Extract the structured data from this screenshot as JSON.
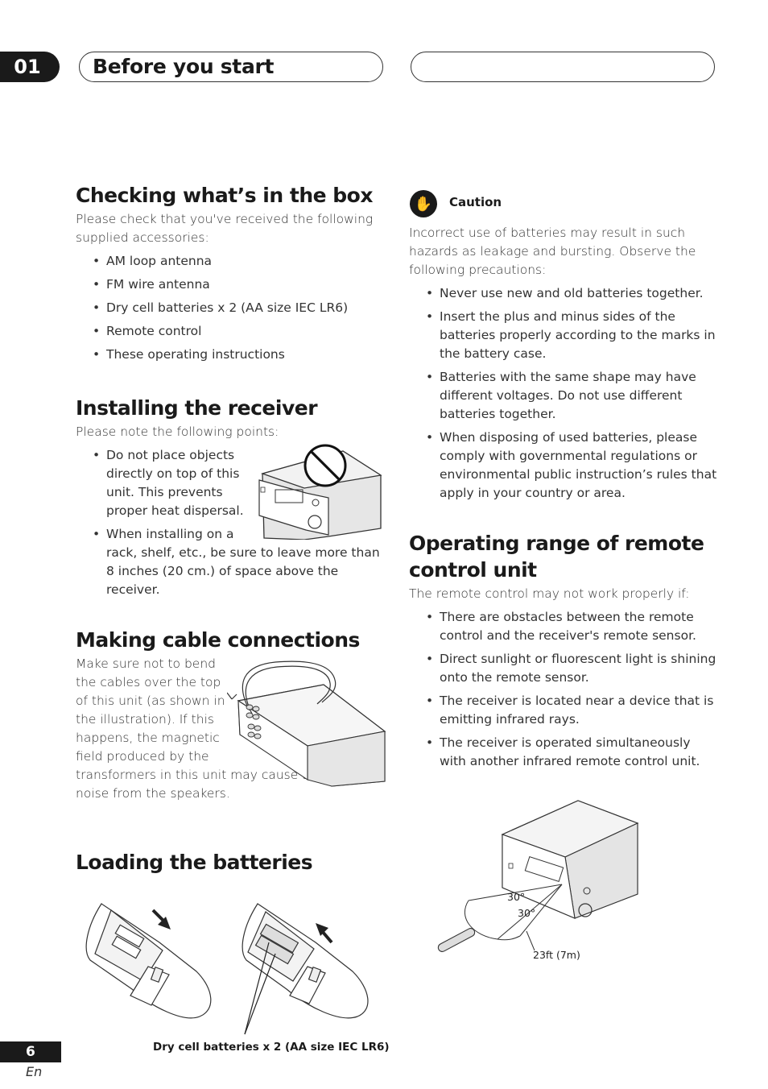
{
  "header": {
    "chapter_number": "01",
    "chapter_title": "Before you start"
  },
  "box": {
    "heading": "Checking what’s in the box",
    "intro": "Please check that you've received the following supplied accessories:",
    "items": [
      "AM loop antenna",
      "FM wire antenna",
      "Dry cell batteries x 2 (AA size IEC LR6)",
      "Remote control",
      "These operating instructions"
    ]
  },
  "installing": {
    "heading": "Installing the receiver",
    "intro": "Please note the following points:",
    "bullet1": "Do not place objects directly on top of this unit. This prevents proper heat dispersal.",
    "bullet2_line1": "When installing on a",
    "bullet2_rest": "rack, shelf, etc., be sure to leave more than 8 inches  (20 cm.) of space above the receiver."
  },
  "cables": {
    "heading": "Making cable connections",
    "text_narrow": "Make sure not to bend the cables over the top of this unit (as shown in the illustration). If this happens, the magnetic field produced by the",
    "text_wide": "transformers in this unit may cause a humming noise from the speakers."
  },
  "batteries": {
    "heading": "Loading the batteries",
    "caption": "Dry cell batteries x 2 (AA size IEC LR6)"
  },
  "caution": {
    "label": "Caution",
    "intro": "Incorrect use of batteries may result in such hazards as leakage and bursting. Observe the following precautions:",
    "items": [
      "Never use new and old batteries together.",
      "Insert the plus and minus sides of the batteries properly according to the marks in the battery case.",
      "Batteries with the same shape may have different voltages. Do not use different batteries together.",
      "When disposing of used batteries, please comply with governmental regulations or environmental public instruction’s rules that apply in your country or area."
    ]
  },
  "remote_range": {
    "heading_line1": "Operating range of remote",
    "heading_line2": "control unit",
    "intro": "The remote control may not work properly if:",
    "items": [
      "There are obstacles between the remote control and the receiver's remote sensor.",
      "Direct sunlight or fluorescent light is shining onto the remote sensor.",
      "The receiver is located near a device that is emitting infrared rays.",
      "The receiver is operated simultaneously with another infrared remote control unit."
    ],
    "angle_top": "30°",
    "angle_bottom": "30°",
    "distance": "23ft (7m)"
  },
  "footer": {
    "page_number": "6",
    "language": "En"
  }
}
